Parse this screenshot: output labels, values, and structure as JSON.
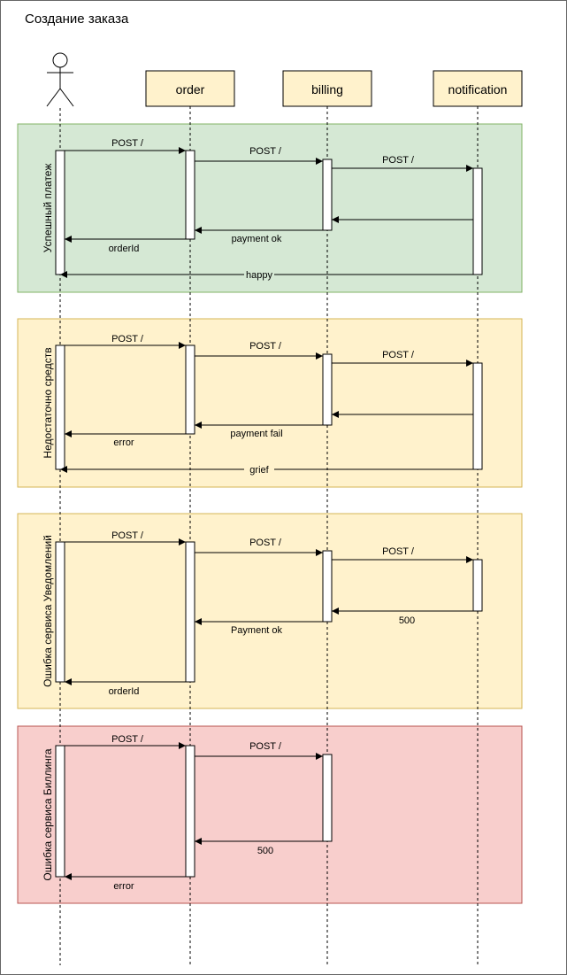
{
  "title": "Создание заказа",
  "participants": [
    {
      "id": "actor",
      "label": ""
    },
    {
      "id": "order",
      "label": "order"
    },
    {
      "id": "billing",
      "label": "billing"
    },
    {
      "id": "notification",
      "label": "notification"
    }
  ],
  "colors": {
    "box_fill": "#fff2cc",
    "box_stroke": "#d6b656",
    "success_fill": "#d5e8d4",
    "success_stroke": "#82b366",
    "warning_fill": "#fff2cc",
    "warning_stroke": "#d6b656",
    "error_fill": "#f8cecc",
    "error_stroke": "#b85450"
  },
  "fragments": [
    {
      "label": "Успешный платеж",
      "style": "success",
      "messages": [
        {
          "label": "POST /"
        },
        {
          "label": "POST /"
        },
        {
          "label": "POST /"
        },
        {
          "label": ""
        },
        {
          "label": "payment ok"
        },
        {
          "label": "orderId"
        },
        {
          "label": "happy"
        }
      ]
    },
    {
      "label": "Недостаточно средств",
      "style": "warning",
      "messages": [
        {
          "label": "POST /"
        },
        {
          "label": "POST /"
        },
        {
          "label": "POST /"
        },
        {
          "label": ""
        },
        {
          "label": "payment fail"
        },
        {
          "label": "error"
        },
        {
          "label": "grief"
        }
      ]
    },
    {
      "label": "Ошибка сервиса Уведомлений",
      "style": "warning",
      "messages": [
        {
          "label": "POST /"
        },
        {
          "label": "POST /"
        },
        {
          "label": "POST /"
        },
        {
          "label": "500"
        },
        {
          "label": "Payment ok"
        },
        {
          "label": "orderId"
        }
      ]
    },
    {
      "label": "Ошибка сервиса Биллинга",
      "style": "error",
      "messages": [
        {
          "label": "POST /"
        },
        {
          "label": "POST /"
        },
        {
          "label": "500"
        },
        {
          "label": "error"
        }
      ]
    }
  ]
}
